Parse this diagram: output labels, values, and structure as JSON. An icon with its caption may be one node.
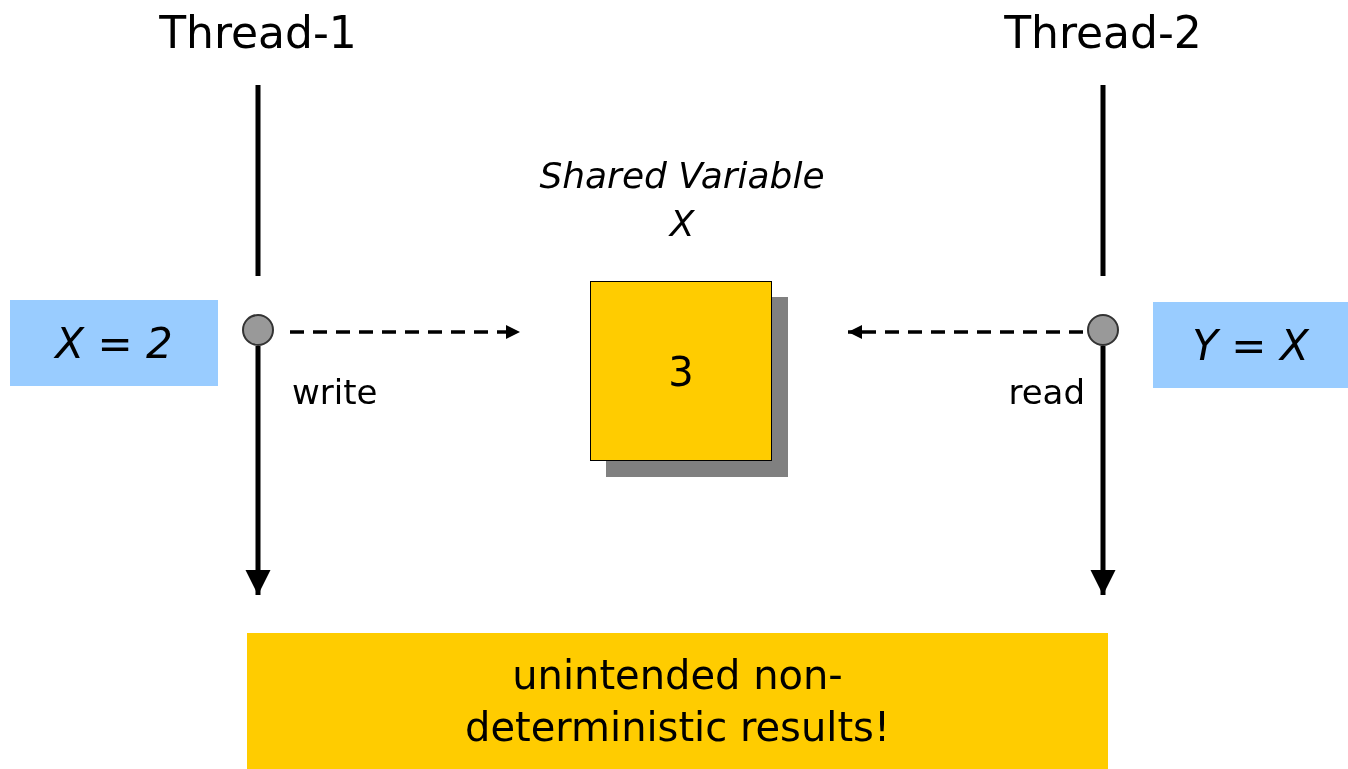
{
  "diagram": {
    "nodes": [
      {
        "text": [
          "Thread-1"
        ]
      },
      {
        "text": [
          "Thread-2"
        ]
      },
      {
        "text": [
          "X = 2"
        ]
      },
      {
        "text": [],
        "shape": "circle"
      },
      {
        "text": [
          "Shared Variable X",
          "3"
        ]
      },
      {
        "text": [],
        "shape": "circle"
      },
      {
        "text": [
          "Y = X"
        ]
      },
      {
        "text": [
          "unintended non-deterministic results!"
        ]
      }
    ],
    "edges": [
      {
        "from": 0,
        "to": 3,
        "arrow": "none"
      },
      {
        "from": 3,
        "to": 7,
        "arrow": "to"
      },
      {
        "from": 1,
        "to": 5,
        "arrow": "none"
      },
      {
        "from": 5,
        "to": 7,
        "arrow": "to"
      },
      {
        "from": 3,
        "to": 4,
        "arrow": "to",
        "style": "dashed",
        "label": "write"
      },
      {
        "from": 5,
        "to": 4,
        "arrow": "to",
        "style": "dashed",
        "label": "read"
      }
    ]
  }
}
